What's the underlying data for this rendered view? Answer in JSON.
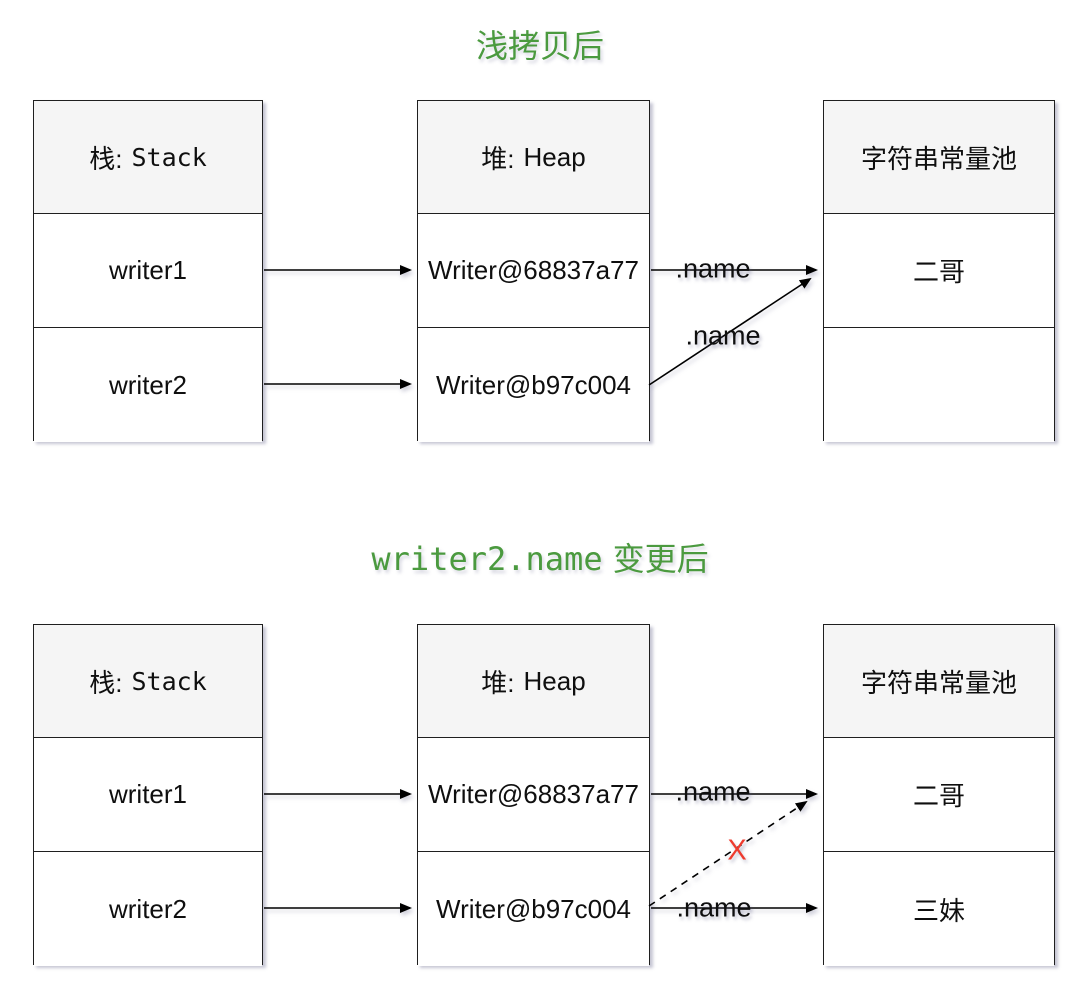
{
  "colors": {
    "title_green": "#4b9a3f",
    "error_red": "#ee3b2e",
    "header_fill": "#f5f5f5",
    "border": "#1f1f1f",
    "text": "#0f0f0f"
  },
  "diagram_top": {
    "title": "浅拷贝后",
    "stack": {
      "header_cn": "栈:",
      "header_code": "Stack",
      "rows": [
        "writer1",
        "writer2"
      ]
    },
    "heap": {
      "header_cn": "堆:",
      "header_latin": "Heap",
      "rows": [
        "Writer@68837a77",
        "Writer@b97c004"
      ]
    },
    "pool": {
      "header": "字符串常量池",
      "rows": [
        "二哥",
        ""
      ]
    },
    "labels": {
      "name1": ".name",
      "name2": ".name"
    }
  },
  "diagram_bottom": {
    "title_code": "writer2.name",
    "title_text": "变更后",
    "stack": {
      "header_cn": "栈:",
      "header_code": "Stack",
      "rows": [
        "writer1",
        "writer2"
      ]
    },
    "heap": {
      "header_cn": "堆:",
      "header_latin": "Heap",
      "rows": [
        "Writer@68837a77",
        "Writer@b97c004"
      ]
    },
    "pool": {
      "header": "字符串常量池",
      "rows": [
        "二哥",
        "三妹"
      ]
    },
    "labels": {
      "name1": ".name",
      "name2": ".name"
    },
    "broken_mark": "X"
  }
}
